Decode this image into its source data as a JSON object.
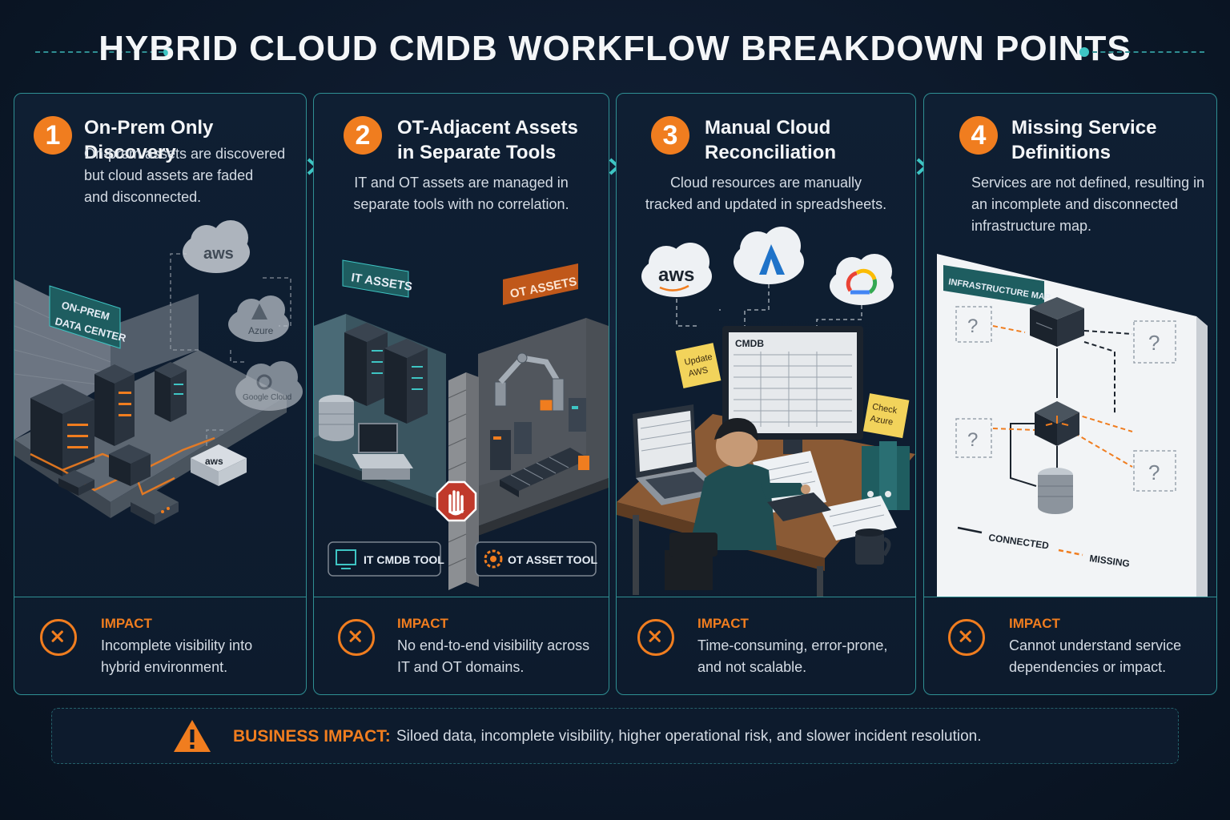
{
  "title": "HYBRID CLOUD CMDB WORKFLOW BREAKDOWN POINTS",
  "colors": {
    "accent": "#f07d1f",
    "teal": "#3ec5c4",
    "background": "#0c1829"
  },
  "panels": [
    {
      "number": "1",
      "title_lines": [
        "On-Prem Only Discovery"
      ],
      "description_lines": [
        "On-prem assets are discovered",
        "but cloud assets are faded",
        "and disconnected."
      ],
      "illustration": {
        "labels": [
          "ON-PREM",
          "DATA CENTER"
        ],
        "clouds": [
          "aws",
          "Azure",
          "Google Cloud"
        ],
        "device_label": "aws"
      },
      "impact_label": "IMPACT",
      "impact_lines": [
        "Incomplete visibility into",
        "hybrid environment."
      ]
    },
    {
      "number": "2",
      "title_lines": [
        "OT-Adjacent Assets",
        "in Separate Tools"
      ],
      "description_lines": [
        "IT and OT assets are managed in",
        "separate tools with no correlation."
      ],
      "illustration": {
        "it_tag": "IT ASSETS",
        "ot_tag": "OT ASSETS",
        "it_tool": "IT CMDB TOOL",
        "ot_tool": "OT ASSET TOOL"
      },
      "impact_label": "IMPACT",
      "impact_lines": [
        "No end-to-end visibility across",
        "IT and OT domains."
      ]
    },
    {
      "number": "3",
      "title_lines": [
        "Manual Cloud",
        "Reconciliation"
      ],
      "description_lines": [
        "Cloud resources are manually",
        "tracked and updated in spreadsheets."
      ],
      "illustration": {
        "clouds": [
          "aws",
          "Azure",
          "Google Cloud"
        ],
        "monitor_label": "CMDB",
        "note_left": [
          "Update",
          "AWS"
        ],
        "note_right": [
          "Check",
          "Azure"
        ]
      },
      "impact_label": "IMPACT",
      "impact_lines": [
        "Time-consuming, error-prone,",
        "and not scalable."
      ]
    },
    {
      "number": "4",
      "title_lines": [
        "Missing Service",
        "Definitions"
      ],
      "description_lines": [
        "Services are not defined, resulting in",
        "an incomplete and disconnected",
        "infrastructure map."
      ],
      "illustration": {
        "map_title": "INFRASTRUCTURE MAP",
        "unknown_mark": "?",
        "legend": [
          "CONNECTED",
          "MISSING"
        ]
      },
      "impact_label": "IMPACT",
      "impact_lines": [
        "Cannot understand service",
        "dependencies or impact."
      ]
    }
  ],
  "footer": {
    "label": "BUSINESS IMPACT:",
    "text": "Siloed data, incomplete visibility, higher operational risk, and slower incident resolution."
  }
}
